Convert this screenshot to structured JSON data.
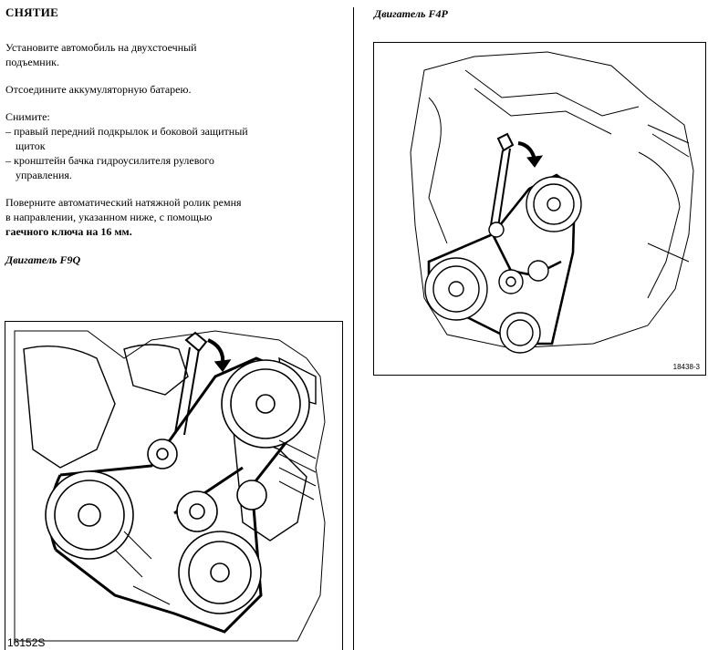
{
  "left": {
    "heading": "СНЯТИЕ",
    "p1": [
      "Установите автомобиль на двухстоечный",
      "подъемник."
    ],
    "p2": "Отсоедините аккумуляторную батарею.",
    "p3_intro": "Снимите:",
    "p3_items": [
      [
        "– правый передний подкрылок и боковой защитный",
        "щиток"
      ],
      [
        "– кронштейн бачка гидроусилителя рулевого",
        "управления."
      ]
    ],
    "p4": [
      "Поверните автоматический натяжной ролик ремня",
      "в направлении, указанном ниже, с помощью"
    ],
    "p4_bold": "гаечного ключа на 16 мм.",
    "sub_f9q": "Двигатель F9Q"
  },
  "right": {
    "sub_f4p": "Двигатель F4P"
  },
  "figures": {
    "f9q_code": "16152S",
    "f4p_code": "18438-3"
  }
}
